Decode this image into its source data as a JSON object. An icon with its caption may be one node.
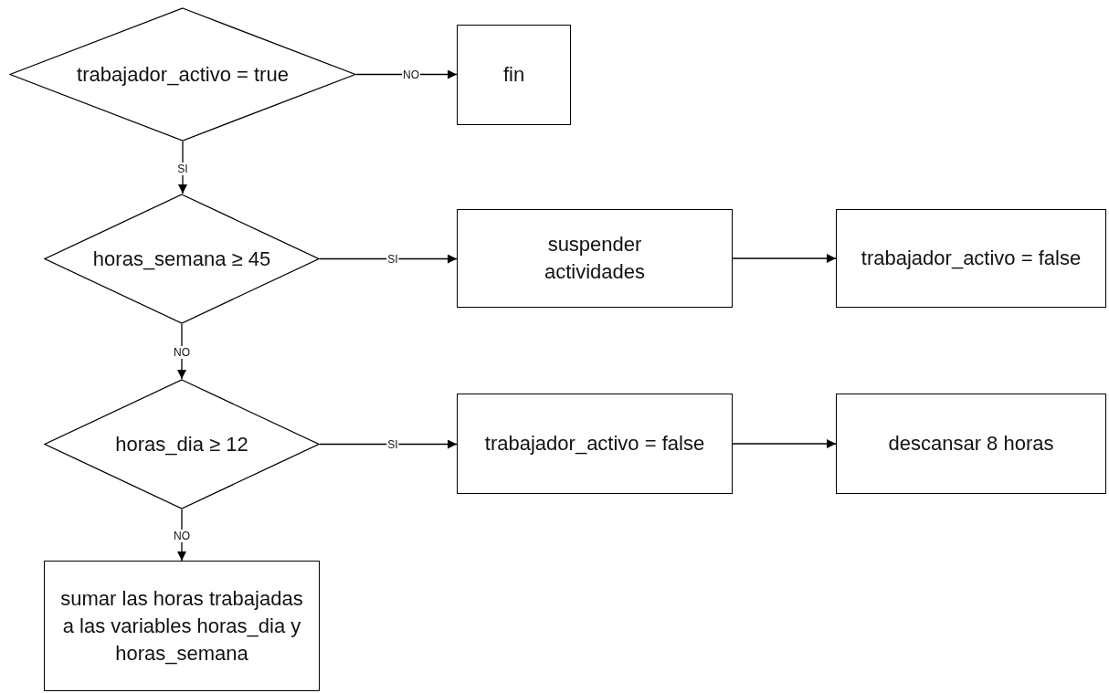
{
  "diagram": {
    "nodes": [
      {
        "text": [
          "trabajador_activo = true"
        ]
      },
      {
        "text": [
          "fin"
        ]
      },
      {
        "text": [
          "horas_semana ≥ 45"
        ]
      },
      {
        "text": [
          "suspender actividades"
        ]
      },
      {
        "text": [
          "trabajador_activo = false"
        ]
      },
      {
        "text": [
          "horas_dia ≥ 12"
        ]
      },
      {
        "text": [
          "trabajador_activo = false"
        ]
      },
      {
        "text": [
          "descansar 8 horas"
        ]
      },
      {
        "text": [
          "sumar las horas trabajadas a las variables horas_dia y horas_semana"
        ]
      }
    ],
    "edges": [
      {
        "from": 0,
        "to": 1,
        "arrow": "to",
        "label": "NO"
      },
      {
        "from": 0,
        "to": 2,
        "arrow": "to",
        "label": "SI"
      },
      {
        "from": 2,
        "to": 3,
        "arrow": "to",
        "label": "SI"
      },
      {
        "from": 3,
        "to": 4,
        "arrow": "to"
      },
      {
        "from": 2,
        "to": 5,
        "arrow": "to",
        "label": "NO"
      },
      {
        "from": 5,
        "to": 6,
        "arrow": "to",
        "label": "SI"
      },
      {
        "from": 6,
        "to": 7,
        "arrow": "to"
      },
      {
        "from": 5,
        "to": 8,
        "arrow": "to",
        "label": "NO"
      }
    ]
  }
}
